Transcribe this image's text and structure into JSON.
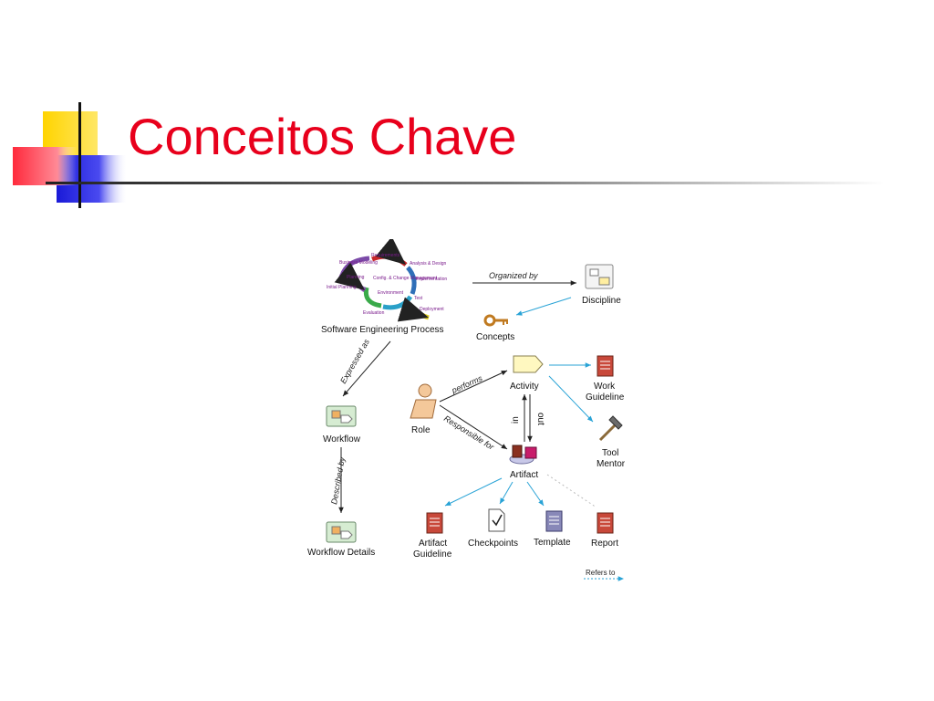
{
  "slide": {
    "title": "Conceitos Chave"
  },
  "diagram": {
    "cycle": {
      "phases": [
        "Requirements",
        "Analysis & Design",
        "Implementation",
        "Test",
        "Deployment",
        "Evaluation",
        "Planning",
        "Business Modeling",
        "Initial Planning"
      ],
      "center": [
        "Config. & Change Management",
        "Environment"
      ]
    },
    "nodes": {
      "sep": "Software Engineering Process",
      "discipline": "Discipline",
      "concepts": "Concepts",
      "workflow": "Workflow",
      "workflow_details": "Workflow Details",
      "role": "Role",
      "activity": "Activity",
      "work_guideline": [
        "Work",
        "Guideline"
      ],
      "tool_mentor": [
        "Tool",
        "Mentor"
      ],
      "artifact": "Artifact",
      "artifact_guideline": [
        "Artifact",
        "Guideline"
      ],
      "checkpoints": "Checkpoints",
      "template": "Template",
      "report": "Report"
    },
    "relations": {
      "organized_by": "Organized by",
      "expressed_as": "Expressed as",
      "described_by": "Described by",
      "performs": "performs",
      "responsible_for": "Responsible for",
      "in": "in",
      "out": "out",
      "refers_to": "Refers to"
    },
    "colors": {
      "title": "#e8001c",
      "refers_arrow": "#29a3d6",
      "artifact": "#c8483a"
    }
  }
}
